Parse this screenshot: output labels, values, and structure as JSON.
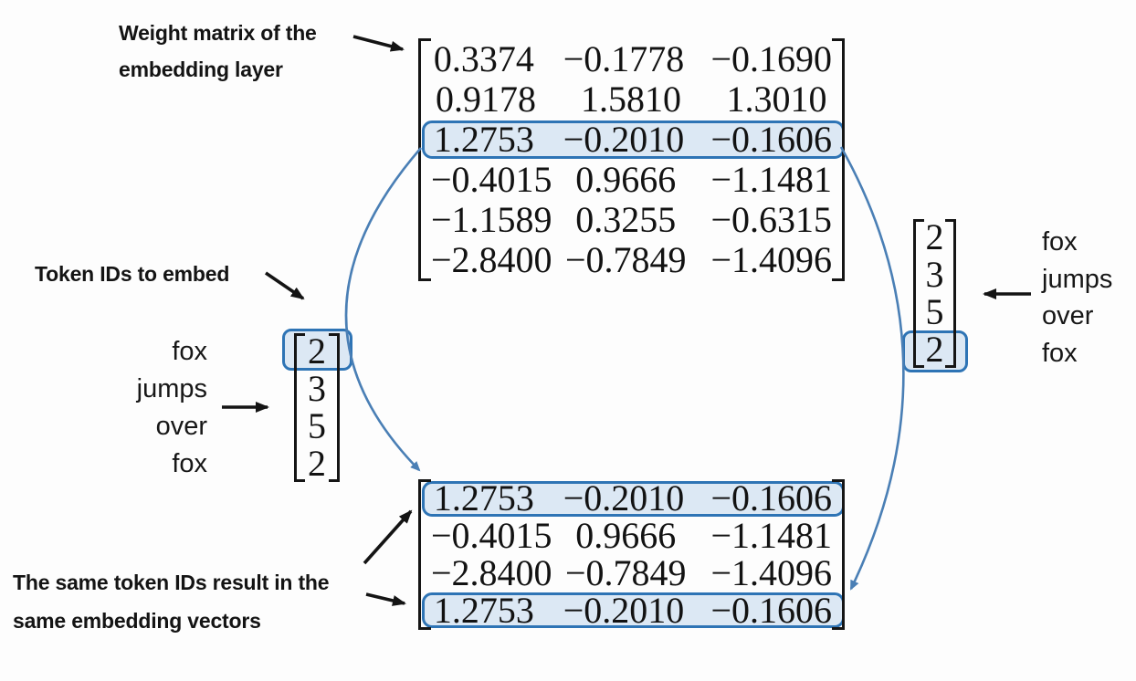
{
  "diagram": {
    "top_label": {
      "line1": "Weight matrix of the",
      "line2": "embedding layer"
    },
    "left_label": "Token IDs to embed",
    "bottom_label": {
      "line1": "The same token IDs result in the",
      "line2": "same embedding vectors"
    },
    "weight_matrix": {
      "rows": [
        [
          "0.3374",
          "−0.1778",
          "−0.1690"
        ],
        [
          "0.9178",
          "1.5810",
          "1.3010"
        ],
        [
          "1.2753",
          "−0.2010",
          "−0.1606"
        ],
        [
          "−0.4015",
          "0.9666",
          "−1.1481"
        ],
        [
          "−1.1589",
          "0.3255",
          "−0.6315"
        ],
        [
          "−2.8400",
          "−0.7849",
          "−1.4096"
        ]
      ],
      "highlighted_row": 2
    },
    "embedding_matrix": {
      "rows": [
        [
          "1.2753",
          "−0.2010",
          "−0.1606"
        ],
        [
          "−0.4015",
          "0.9666",
          "−1.1481"
        ],
        [
          "−2.8400",
          "−0.7849",
          "−1.4096"
        ],
        [
          "1.2753",
          "−0.2010",
          "−0.1606"
        ]
      ],
      "highlighted_rows": [
        0,
        3
      ]
    },
    "token_ids": [
      "2",
      "3",
      "5",
      "2"
    ],
    "tokens": [
      "fox",
      "jumps",
      "over",
      "fox"
    ],
    "colors": {
      "highlight_border": "#2e74b5",
      "highlight_fill": "#dce8f4",
      "arc_blue": "#4a7fb5",
      "arrow_black": "#141414"
    }
  }
}
